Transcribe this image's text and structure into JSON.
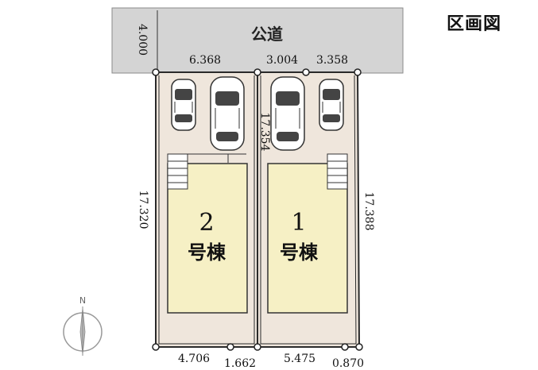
{
  "title": "区画図",
  "road": {
    "label": "公道",
    "width": "4.000"
  },
  "lots": [
    {
      "number": "2",
      "name": "号棟",
      "frontage": "6.368",
      "left_depth": "17.320",
      "rear": [
        "4.706",
        "1.662"
      ]
    },
    {
      "number": "1",
      "name": "号棟",
      "frontage": [
        "3.004",
        "3.358"
      ],
      "middle_depth": "17.354",
      "right_depth": "17.388",
      "rear": [
        "5.475",
        "0.870"
      ]
    }
  ],
  "compass": {
    "label": "N"
  }
}
